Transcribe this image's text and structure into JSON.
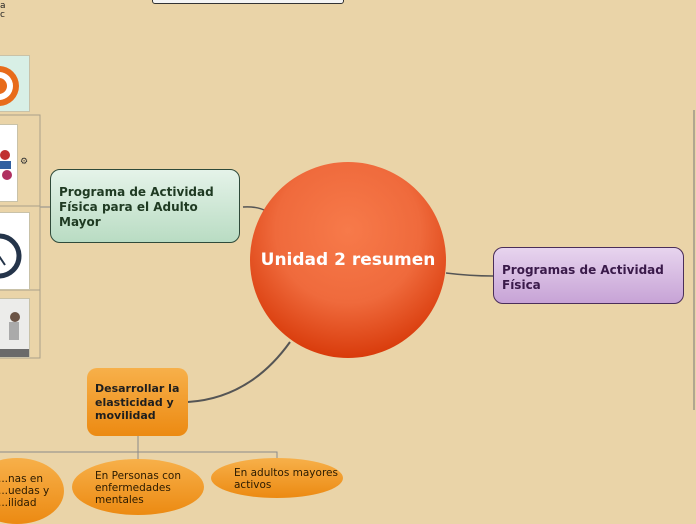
{
  "center": {
    "label": "Unidad 2 resumen"
  },
  "nodes": {
    "programa_adulto_mayor": "Programa de Actividad Física para el Adulto Mayor",
    "programas_actividad_fisica": "Programas de Actividad Física",
    "elasticidad": "Desarrollar la elasticidad y movilidad"
  },
  "leaves": {
    "left_partial": "...nas en ...uedas y ...ilidad",
    "enfermedades": "En Personas con enfermedades mentales",
    "adultos_activos": "En adultos mayores activos"
  },
  "partial_text": {
    "top_left": "a c"
  },
  "colors": {
    "background": "#ead4a8",
    "center": "#ef6a3c",
    "green": "#b9dcc3",
    "purple": "#c7a3d6",
    "orange": "#ec8a12"
  }
}
